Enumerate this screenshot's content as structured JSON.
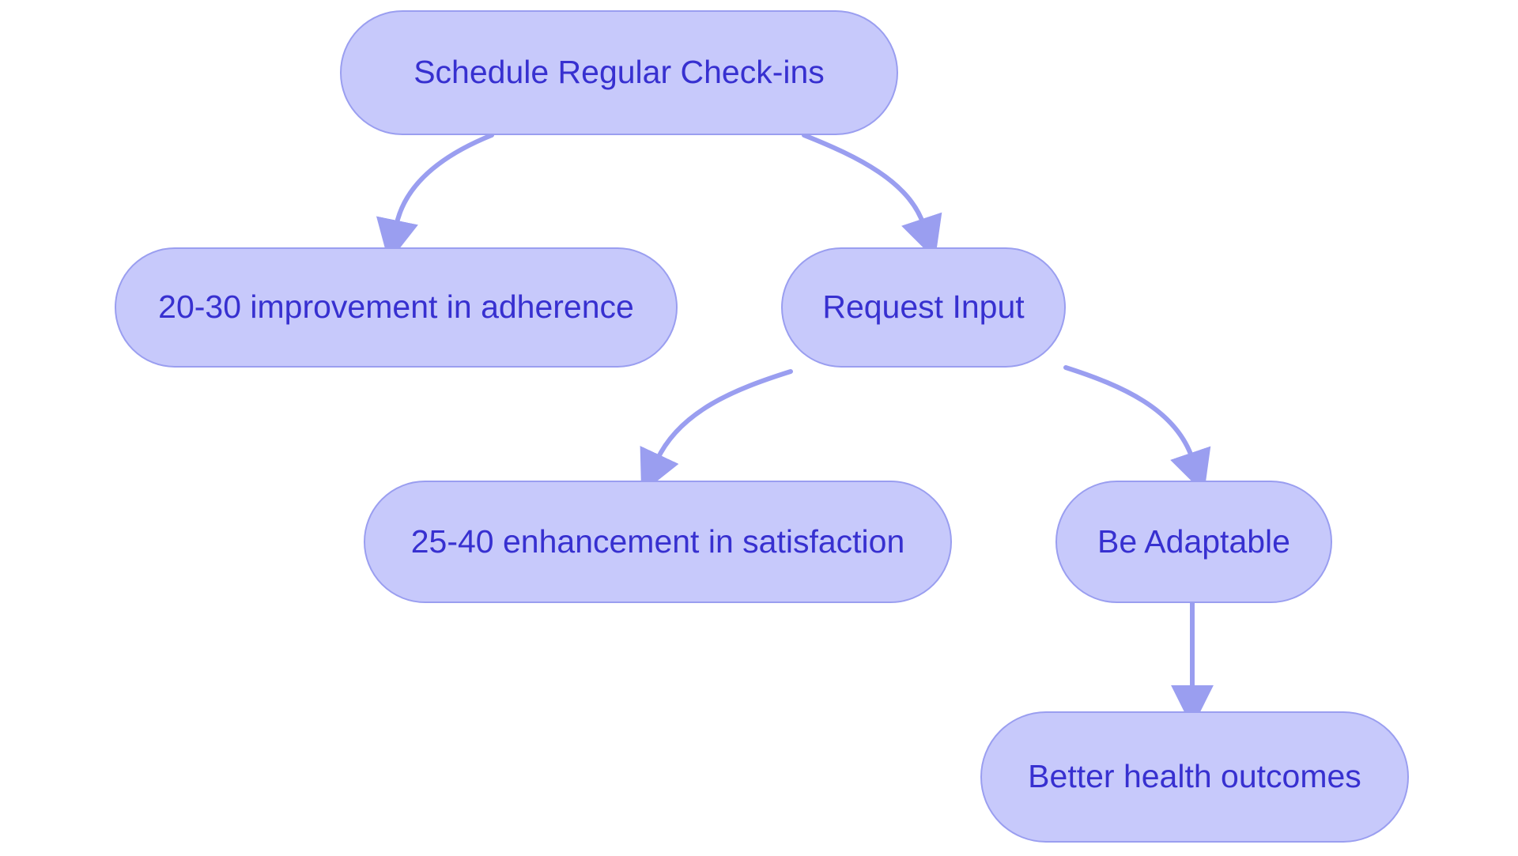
{
  "diagram": {
    "type": "flowchart",
    "orientation": "top-down",
    "background_color": "#ffffff",
    "node_fill_color": "#c7c9fb",
    "node_border_color": "#9a9ef0",
    "node_text_color": "#3730d0",
    "edge_color": "#9a9ef0",
    "nodes": [
      {
        "id": "root",
        "label": "Schedule Regular Check-ins"
      },
      {
        "id": "adherence",
        "label": "20-30 improvement in adherence"
      },
      {
        "id": "request_input",
        "label": "Request Input"
      },
      {
        "id": "satisfaction",
        "label": "25-40 enhancement in satisfaction"
      },
      {
        "id": "be_adaptable",
        "label": "Be Adaptable"
      },
      {
        "id": "outcomes",
        "label": "Better health outcomes"
      }
    ],
    "edges": [
      {
        "from": "root",
        "to": "adherence",
        "style": "curved",
        "arrow": "triangle"
      },
      {
        "from": "root",
        "to": "request_input",
        "style": "curved",
        "arrow": "triangle"
      },
      {
        "from": "request_input",
        "to": "satisfaction",
        "style": "curved",
        "arrow": "triangle"
      },
      {
        "from": "request_input",
        "to": "be_adaptable",
        "style": "curved",
        "arrow": "triangle"
      },
      {
        "from": "be_adaptable",
        "to": "outcomes",
        "style": "straight",
        "arrow": "triangle"
      }
    ]
  }
}
